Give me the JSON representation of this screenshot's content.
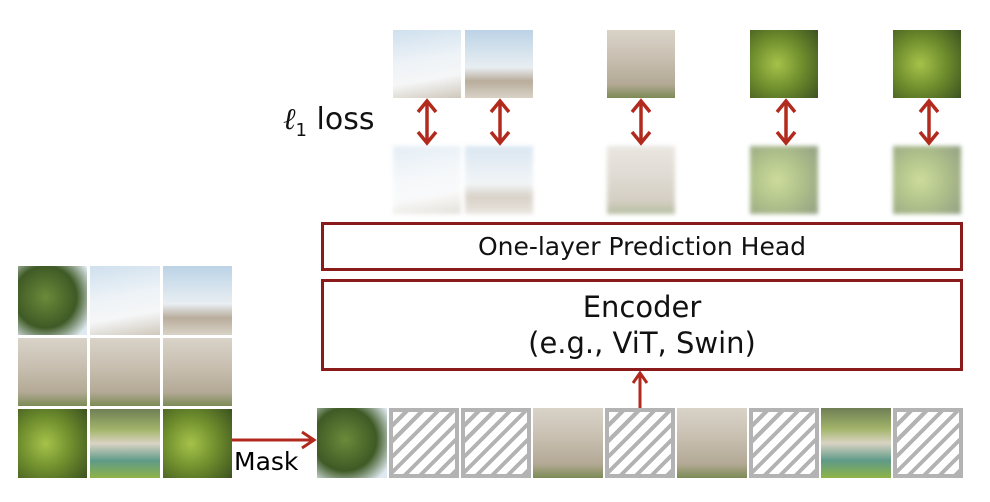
{
  "loss_label": {
    "symbol": "ℓ",
    "subscript": "1",
    "text": "loss"
  },
  "prediction_head": "One-layer Prediction Head",
  "encoder": {
    "title": "Encoder",
    "subtitle": "(e.g., ViT, Swin)"
  },
  "mask_label": "Mask",
  "colors": {
    "arrow": "#b22a1e",
    "box_border": "#8b1a1a",
    "mask_hatch": "#b3b3b3"
  },
  "input_tokens": [
    "image",
    "masked",
    "masked",
    "image",
    "masked",
    "image",
    "masked",
    "image",
    "masked"
  ]
}
